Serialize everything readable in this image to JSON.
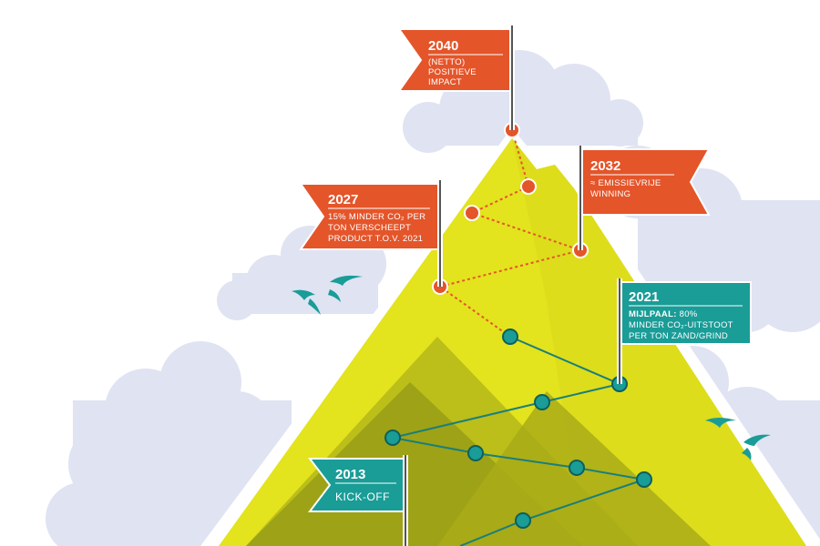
{
  "colors": {
    "orange": "#e4552a",
    "teal": "#1a9c97",
    "mountain_light": "#e3e31e",
    "mountain_mid": "#bcbe1a",
    "mountain_dark": "#9ea216",
    "cloud": "#dfe3f2",
    "bird": "#1a9c97"
  },
  "milestones": {
    "m2040": {
      "year": "2040",
      "line1": "(NETTO)",
      "line2": "POSITIEVE",
      "line3": "IMPACT"
    },
    "m2032": {
      "year": "2032",
      "line1": "≈ EMISSIEVRIJE",
      "line2": "WINNING"
    },
    "m2027": {
      "year": "2027",
      "line1": "15% MINDER CO₂ PER",
      "line2": "TON VERSCHEEPT",
      "line3": "PRODUCT T.O.V. 2021"
    },
    "m2021": {
      "year": "2021",
      "line1_bold": "MIJLPAAL:",
      "line1_rest": " 80%",
      "line2": "MINDER CO₂-UITSTOOT",
      "line3": "PER TON ZAND/GRIND"
    },
    "m2013": {
      "year": "2013",
      "line1": "KICK-OFF"
    }
  }
}
